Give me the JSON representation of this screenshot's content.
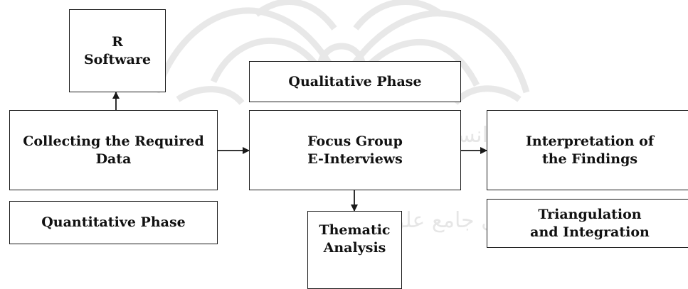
{
  "boxes": {
    "r_software": {
      "line1": "R",
      "line2": "Software"
    },
    "collecting": {
      "line1": "Collecting the Required",
      "line2": "Data"
    },
    "quantitative": {
      "label": "Quantitative Phase"
    },
    "qualitative": {
      "label": "Qualitative Phase"
    },
    "focus_group": {
      "line1": "Focus Group",
      "line2": "E-Interviews"
    },
    "thematic": {
      "line1": "Thematic",
      "line2": "Analysis"
    },
    "interpretation": {
      "line1": "Interpretation of",
      "line2": "the Findings"
    },
    "triangulation": {
      "line1": "Triangulation",
      "line2": "and Integration"
    }
  },
  "colors": {
    "stroke": "#1a1a1a",
    "watermark": "#d9d9d9"
  }
}
